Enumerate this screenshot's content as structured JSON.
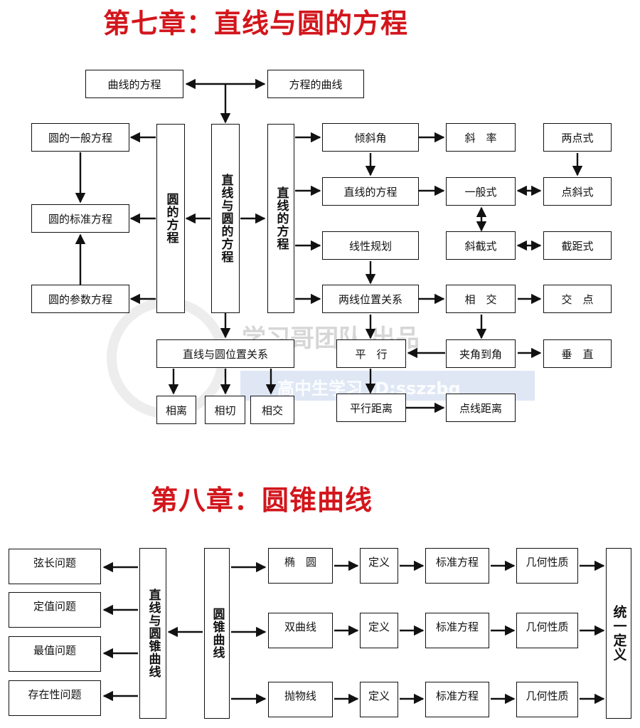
{
  "titles": {
    "ch7": "第七章：直线与圆的方程",
    "ch8": "第八章：圆锥曲线"
  },
  "ch7": {
    "curve_eq": "曲线的方程",
    "eq_curve": "方程的曲线",
    "circle_general": "圆的一般方程",
    "circle_standard": "圆的标准方程",
    "circle_param": "圆的参数方程",
    "circle_eq_v": "圆的方程",
    "center_v": "直线与圆的方程",
    "line_eq_v": "直线的方程",
    "incl_angle": "倾斜角",
    "slope": "斜　率",
    "two_point": "两点式",
    "line_eq": "直线的方程",
    "general_form": "一般式",
    "point_slope": "点斜式",
    "linear_prog": "线性规划",
    "slope_intercept": "斜截式",
    "intercept_form": "截距式",
    "two_lines": "两线位置关系",
    "intersect": "相　交",
    "intersection_pt": "交　点",
    "parallel": "平　行",
    "angle_to": "夹角到角",
    "perpendicular": "垂　直",
    "parallel_dist": "平行距离",
    "point_line_dist": "点线距离",
    "line_circle": "直线与圆位置关系",
    "separate": "相离",
    "tangent": "相切",
    "intersect2": "相交"
  },
  "ch8": {
    "chord": "弦长问题",
    "fixed_value": "定值问题",
    "extremum": "最值问题",
    "existence": "存在性问题",
    "line_conic_v": "直线与圆锥曲线",
    "conic_v": "圆锥曲线",
    "ellipse": "椭　圆",
    "hyperbola": "双曲线",
    "parabola": "抛物线",
    "definition": "定义",
    "standard_eq": "标准方程",
    "geo_props": "几何性质",
    "unified_v": "统一定义"
  },
  "watermark": {
    "line1": "学习哥团队 出品",
    "line2": "高中生学习 ID:sszzbg"
  }
}
